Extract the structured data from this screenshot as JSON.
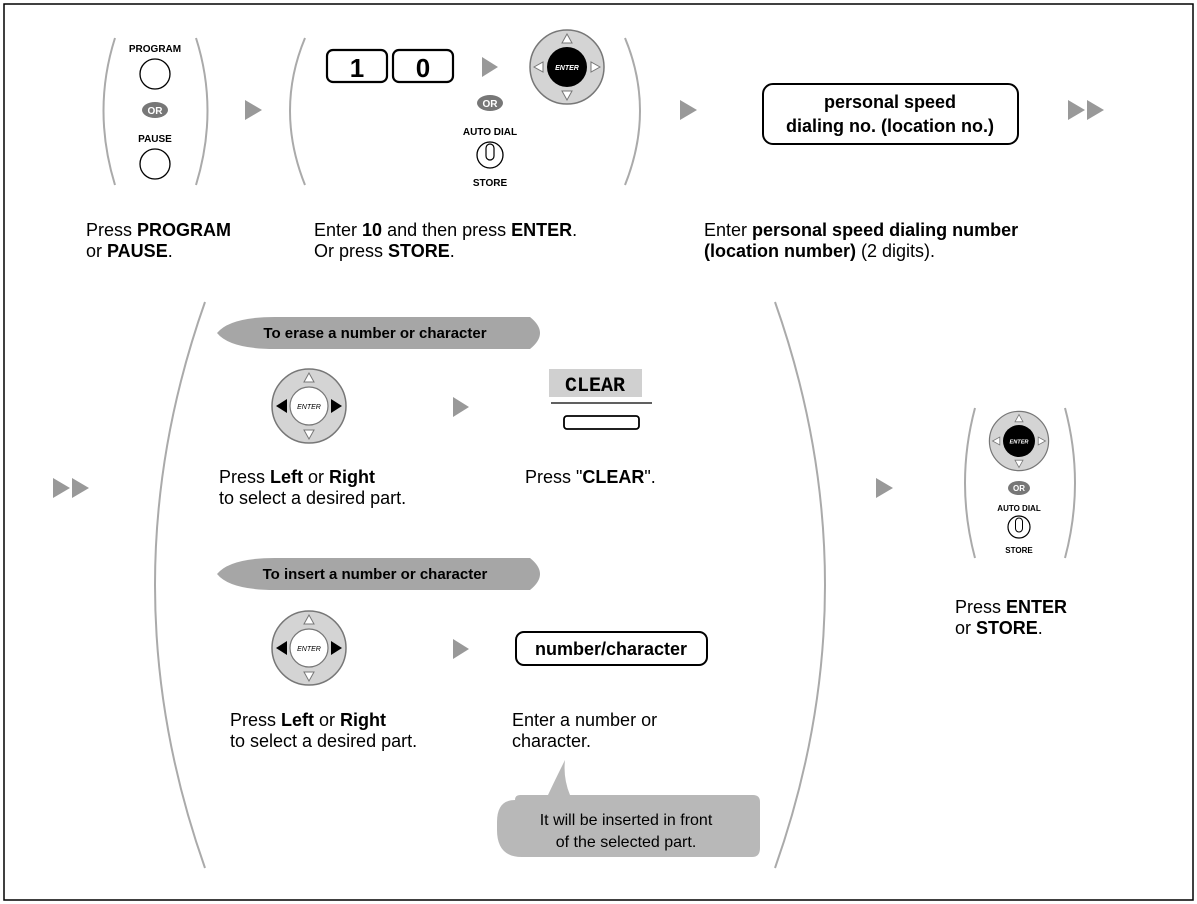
{
  "labels": {
    "program": "PROGRAM",
    "pause": "PAUSE",
    "or": "OR",
    "auto_dial": "AUTO DIAL",
    "store": "STORE",
    "enter": "ENTER",
    "key_1": "1",
    "key_0": "0",
    "speed_box_line1": "personal speed",
    "speed_box_line2": "dialing no. (location no.)",
    "clear": "CLEAR",
    "number_character": "number/character"
  },
  "pills": {
    "erase": "To erase a number or character",
    "insert": "To insert a number or character"
  },
  "callout": {
    "line1": "It will be inserted in front",
    "line2": "of the selected part."
  },
  "steps": {
    "s1": {
      "a": "Press ",
      "b": "PROGRAM",
      "c": "or ",
      "d": "PAUSE",
      "e": "."
    },
    "s2": {
      "a": "Enter ",
      "b": "10",
      "c": " and then press ",
      "d": "ENTER",
      "e": ".",
      "f": "Or press ",
      "g": "STORE",
      "h": "."
    },
    "s3": {
      "a": "Enter ",
      "b": "personal speed dialing number",
      "c": "(location number)",
      "d": " (2 digits)."
    },
    "erase_nav": {
      "a": "Press ",
      "b": "Left",
      "c": " or ",
      "d": "Right",
      "e": "to select a desired part."
    },
    "erase_clear": {
      "a": "Press \"",
      "b": "CLEAR",
      "c": "\"."
    },
    "insert_nav": {
      "a": "Press ",
      "b": "Left",
      "c": " or ",
      "d": "Right",
      "e": "to select a desired part."
    },
    "insert_enter": {
      "a": "Enter a number or",
      "b": "character."
    },
    "final": {
      "a": "Press ",
      "b": "ENTER",
      "c": "or ",
      "d": "STORE",
      "e": "."
    }
  },
  "colors": {
    "gray": "#aaaaaa",
    "light_gray": "#cccccc",
    "pill": "#a6a6a6",
    "arrow": "#999999"
  }
}
